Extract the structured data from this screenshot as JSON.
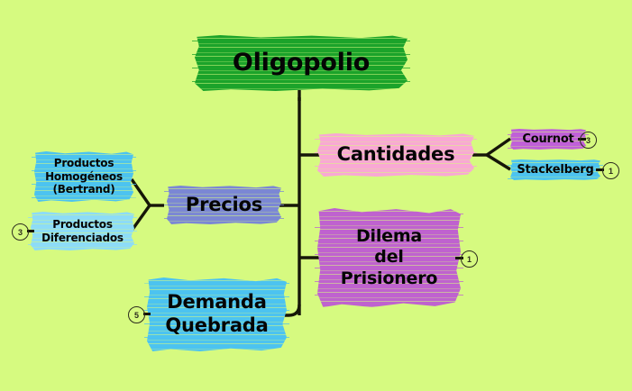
{
  "diagram": {
    "type": "mind-map",
    "title": "Oligopolio",
    "background_color": "#d6fa80",
    "root": {
      "label": "Oligopolio",
      "color": "#1ba32a",
      "text_color": "#050505"
    },
    "branches": [
      {
        "label": "Cantidades",
        "color": "#f9a8d4",
        "badge": null,
        "children": [
          {
            "label": "Cournot",
            "color": "#c060d8",
            "badge": "3"
          },
          {
            "label": "Stackelberg",
            "color": "#4cc3f0",
            "badge": "1"
          }
        ]
      },
      {
        "label": "Precios",
        "color": "#7b87d4",
        "badge": null,
        "children": [
          {
            "label": "Productos Homogéneos (Bertrand)",
            "line1": "Productos",
            "line2": "Homogéneos",
            "line3": "(Bertrand)",
            "color": "#4cc3f0",
            "badge": null
          },
          {
            "label": "Productos Diferenciados",
            "line1": "Productos",
            "line2": "Diferenciados",
            "color": "#8ddcf7",
            "badge": "3"
          }
        ]
      },
      {
        "label": "Dilema del Prisionero",
        "line1": "Dilema",
        "line2": "del",
        "line3": "Prisionero",
        "color": "#bf62cf",
        "badge": "1",
        "children": []
      },
      {
        "label": "Demanda Quebrada",
        "line1": "Demanda",
        "line2": "Quebrada",
        "color": "#4cc3f0",
        "badge": "5",
        "children": []
      }
    ],
    "connector_color": "#161608"
  }
}
